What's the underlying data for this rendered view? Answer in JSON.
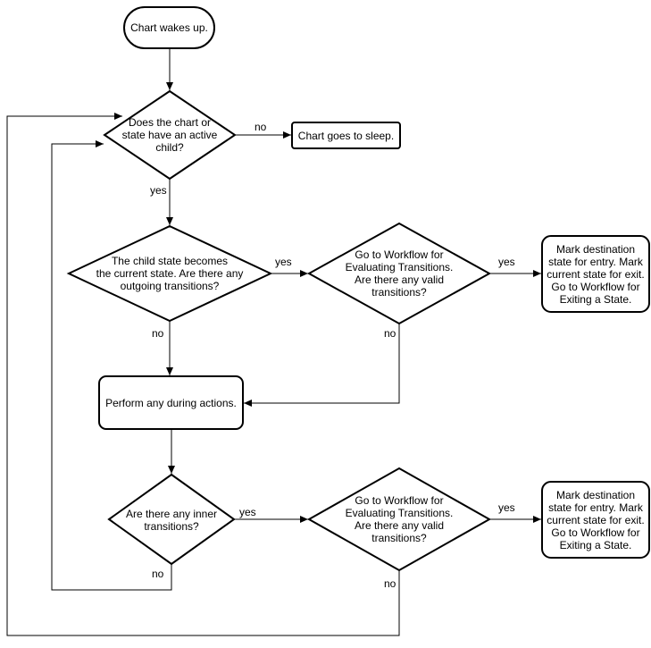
{
  "nodes": {
    "start": "Chart wakes up.",
    "q_active_child": "Does the chart or\nstate have an active\nchild?",
    "sleep": "Chart goes to sleep.",
    "q_outgoing": "The child state becomes\nthe current state. Are there any\noutgoing transitions?",
    "q_eval_1": "Go to Workflow for\nEvaluating Transitions.\nAre there any valid\ntransitions?",
    "mark_1": "Mark destination\nstate for entry. Mark\ncurrent state for exit.\nGo to Workflow for\nExiting a State.",
    "during": "Perform any during actions.",
    "q_inner": "Are there any inner\ntransitions?",
    "q_eval_2": "Go to Workflow for\nEvaluating Transitions.\nAre there any valid\ntransitions?",
    "mark_2": "Mark destination\nstate for entry. Mark\ncurrent state for exit.\nGo to Workflow for\nExiting a State."
  },
  "edges": {
    "active_no": "no",
    "active_yes": "yes",
    "outgoing_yes": "yes",
    "outgoing_no": "no",
    "eval1_yes": "yes",
    "eval1_no": "no",
    "inner_yes": "yes",
    "inner_no": "no",
    "eval2_yes": "yes",
    "eval2_no": "no"
  },
  "colors": {
    "stroke": "#000000",
    "fill": "#ffffff",
    "text": "#000000"
  }
}
